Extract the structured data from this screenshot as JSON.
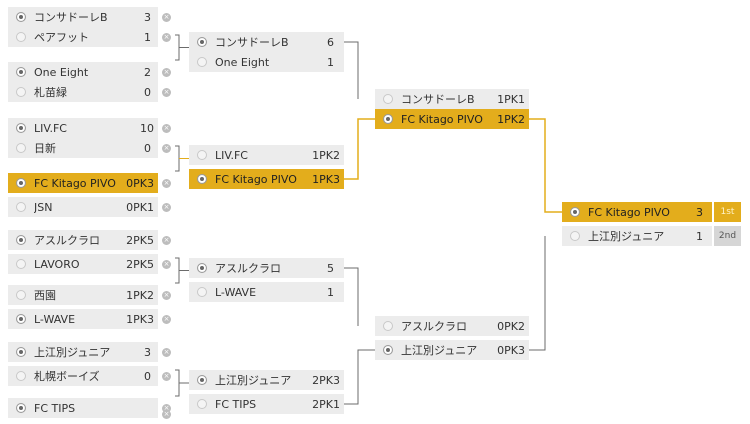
{
  "round1": [
    {
      "a": {
        "name": "コンサドーレB",
        "score": "3",
        "selected": true
      },
      "b": {
        "name": "ペアフット",
        "score": "1",
        "selected": false
      },
      "winner": "none"
    },
    {
      "a": {
        "name": "One Eight",
        "score": "2",
        "selected": true
      },
      "b": {
        "name": "札苗緑",
        "score": "0",
        "selected": false
      },
      "winner": "none"
    },
    {
      "a": {
        "name": "LIV.FC",
        "score": "10",
        "selected": true
      },
      "b": {
        "name": "日新",
        "score": "0",
        "selected": false
      },
      "winner": "none"
    },
    {
      "a": {
        "name": "FC Kitago PIVO",
        "score": "0PK3",
        "selected": true
      },
      "b": {
        "name": "JSN",
        "score": "0PK1",
        "selected": false
      },
      "winner": "a"
    },
    {
      "a": {
        "name": "アスルクラロ",
        "score": "2PK5",
        "selected": true
      },
      "b": {
        "name": "LAVORO",
        "score": "2PK5",
        "selected": false
      },
      "winner": "none"
    },
    {
      "a": {
        "name": "西園",
        "score": "1PK2",
        "selected": false
      },
      "b": {
        "name": "L-WAVE",
        "score": "1PK3",
        "selected": true
      },
      "winner": "none"
    },
    {
      "a": {
        "name": "上江別ジュニア",
        "score": "3",
        "selected": true
      },
      "b": {
        "name": "札幌ボーイズ",
        "score": "0",
        "selected": false
      },
      "winner": "none"
    },
    {
      "a": {
        "name": "FC TIPS",
        "score": "",
        "selected": true
      },
      "b": null,
      "winner": "none"
    }
  ],
  "round2": [
    {
      "a": {
        "name": "コンサドーレB",
        "score": "6",
        "selected": true
      },
      "b": {
        "name": "One Eight",
        "score": "1",
        "selected": false
      },
      "winner": "none"
    },
    {
      "a": {
        "name": "LIV.FC",
        "score": "1PK2",
        "selected": false
      },
      "b": {
        "name": "FC Kitago PIVO",
        "score": "1PK3",
        "selected": true
      },
      "winner": "b"
    },
    {
      "a": {
        "name": "アスルクラロ",
        "score": "5",
        "selected": true
      },
      "b": {
        "name": "L-WAVE",
        "score": "1",
        "selected": false
      },
      "winner": "none"
    },
    {
      "a": {
        "name": "上江別ジュニア",
        "score": "2PK3",
        "selected": true
      },
      "b": {
        "name": "FC TIPS",
        "score": "2PK1",
        "selected": false
      },
      "winner": "none"
    }
  ],
  "round3": [
    {
      "a": {
        "name": "コンサドーレB",
        "score": "1PK1",
        "selected": false
      },
      "b": {
        "name": "FC Kitago PIVO",
        "score": "1PK2",
        "selected": true
      },
      "winner": "b"
    },
    {
      "a": {
        "name": "アスルクラロ",
        "score": "0PK2",
        "selected": false
      },
      "b": {
        "name": "上江別ジュニア",
        "score": "0PK3",
        "selected": true
      },
      "winner": "none"
    }
  ],
  "final": {
    "a": {
      "name": "FC Kitago PIVO",
      "score": "3",
      "selected": true,
      "rank": "1st"
    },
    "b": {
      "name": "上江別ジュニア",
      "score": "1",
      "selected": false,
      "rank": "2nd"
    },
    "winner": "a"
  },
  "remove_icon_glyph": "×",
  "colors": {
    "win": "#e3ad1c",
    "lose": "#ececec",
    "line": "#6b6b6b",
    "win_line": "#e3ad1c"
  }
}
